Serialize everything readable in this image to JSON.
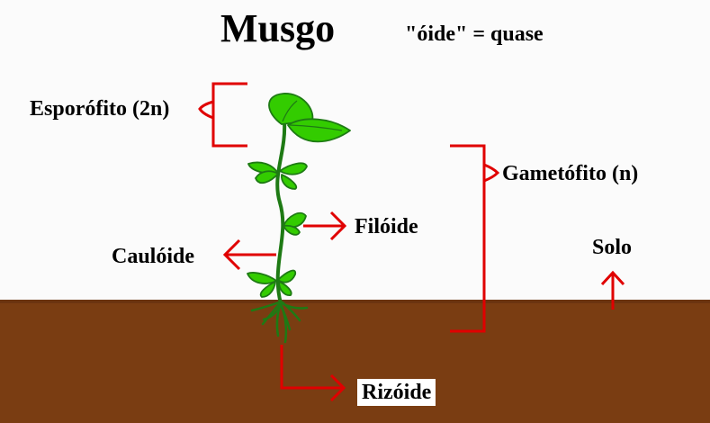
{
  "diagram": {
    "title": "Musgo",
    "subtitle": "\"óide\" = quase",
    "labels": {
      "esporofito": "Esporófito (2n)",
      "gametofito": "Gametófito (n)",
      "filoide": "Filóide",
      "cauloide": "Caulóide",
      "solo": "Solo",
      "rizoide": "Rizóide"
    }
  },
  "colors": {
    "background": "#fbfbfb",
    "soil": "#7a3d12",
    "plant_green": "#33cc00",
    "stem_green": "#1e7a14",
    "bracket_red": "#e00000",
    "text": "#000000"
  }
}
